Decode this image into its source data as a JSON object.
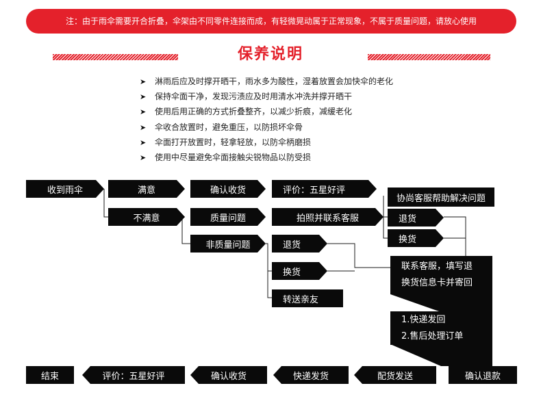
{
  "banner": {
    "text": "注：由于雨伞需要开合折叠，伞架由不同零件连接而成，有轻微晃动属于正常现象，不属于质量问题，请放心使用"
  },
  "section": {
    "title": "保养说明"
  },
  "tips": {
    "bullet": "➤",
    "items": [
      "淋雨后应及时撑开晒干，雨水多为酸性，湿着放置会加快伞的老化",
      "保持伞面干净，发现污渍应及时用清水冲洗并撑开晒干",
      "使用后用正确的方式折叠整齐，以减少折痕，减缓老化",
      "伞收合放置时，避免重压，以防损坏伞骨",
      "伞面打开放置时，轻拿轻放，以防伞柄磨损",
      "使用中尽量避免伞面接触尖锐物品以防受损"
    ]
  },
  "flow": {
    "receive": "收到雨伞",
    "satisfied": "满意",
    "confirm_receipt_top": "确认收货",
    "review_top": "评价：五星好评",
    "unsatisfied": "不满意",
    "quality_issue": "质量问题",
    "photo_contact": "拍照并联系客服",
    "cs_help": "协尚客服帮助解决问题",
    "return_right": "退货",
    "exchange_right": "换货",
    "non_quality": "非质量问题",
    "return_left": "退货",
    "exchange_left": "换货",
    "gift": "转送亲友",
    "contact_cs_line1": "联系客服，填写退",
    "contact_cs_line2": "换货信息卡并寄回",
    "express_line1": "1.快递发回",
    "express_line2": "2.售后处理订单",
    "end": "结束",
    "review_bottom": "评价：五星好评",
    "confirm_receipt_bottom": "确认收货",
    "express_ship": "快递发货",
    "pick_ship": "配货发送",
    "confirm_refund": "确认退款"
  },
  "colors": {
    "accent": "#e4212b",
    "box": "#0a0a0a",
    "box_text": "#ffffff"
  }
}
